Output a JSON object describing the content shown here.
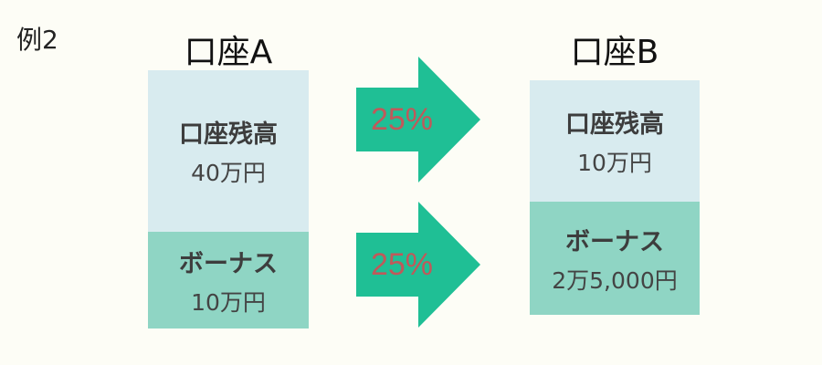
{
  "example_label": "例2",
  "account_a": {
    "title": "口座A",
    "balance": {
      "label": "口座残高",
      "value": "40万円"
    },
    "bonus": {
      "label": "ボーナス",
      "value": "10万円"
    }
  },
  "account_b": {
    "title": "口座B",
    "balance": {
      "label": "口座残高",
      "value": "10万円"
    },
    "bonus": {
      "label": "ボーナス",
      "value": "2万5,000円"
    }
  },
  "arrows": [
    {
      "label": "25%"
    },
    {
      "label": "25%"
    }
  ],
  "colors": {
    "background": "#fdfdf6",
    "balance_box": "#d8ebef",
    "bonus_box": "#8fd5c4",
    "arrow": "#1fbf95",
    "percent_text": "#c0595a"
  }
}
